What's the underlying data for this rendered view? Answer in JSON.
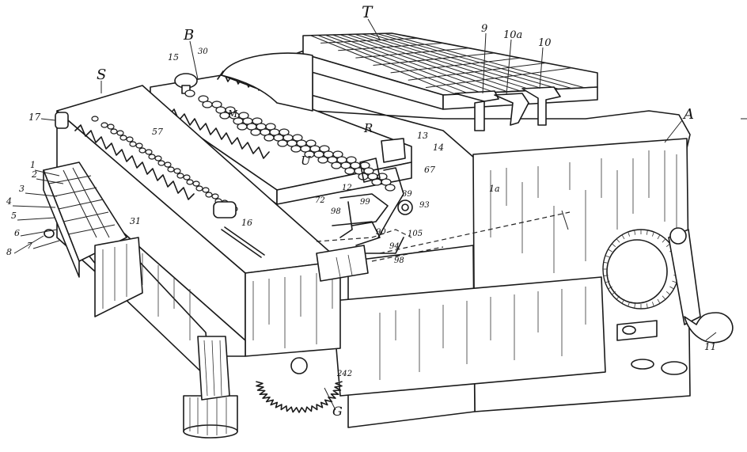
{
  "figure": {
    "labels": {
      "T": "T",
      "B": "B",
      "S": "S",
      "A": "A",
      "R": "R",
      "M": "M",
      "U": "U",
      "G": "G",
      "n9": "9",
      "n10a": "10a",
      "n10": "10",
      "n15": "15",
      "n30": "30",
      "n17": "17",
      "n57": "57",
      "n13": "13",
      "n14": "14",
      "n67": "67",
      "n12": "12",
      "n72": "72",
      "n99": "99",
      "n98": "98",
      "n39": "39",
      "n93": "93",
      "n90": "90",
      "n94": "94",
      "n105": "105",
      "n98b": "98",
      "n1a": "1a",
      "n16": "16",
      "n31": "31",
      "n1": "1",
      "n2": "2",
      "n3": "3",
      "n4": "4",
      "n5": "5",
      "n6": "6",
      "n7": "7",
      "n8": "8",
      "n11": "11",
      "n242": "242"
    },
    "stroke_color": "#1a1a1a",
    "background_color": "#ffffff"
  }
}
